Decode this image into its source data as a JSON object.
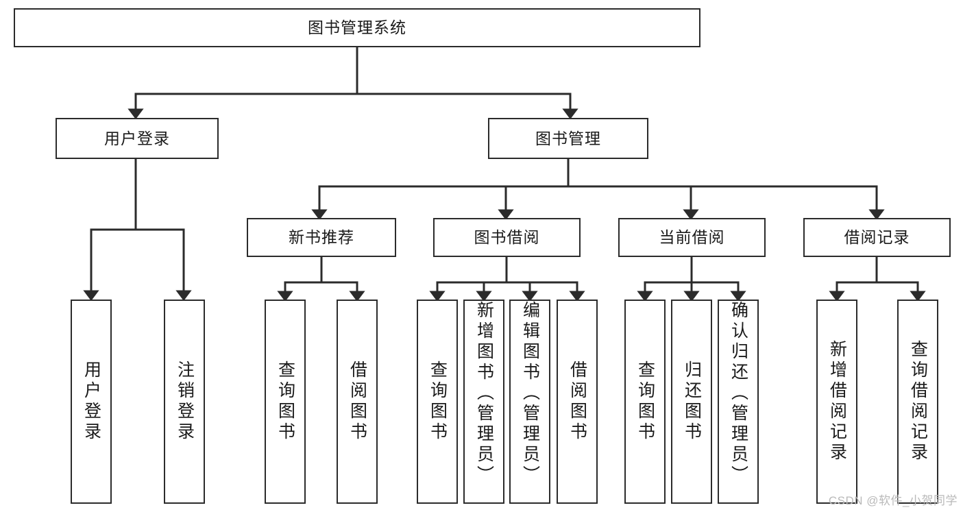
{
  "diagram": {
    "title": "图书管理系统",
    "type": "tree-hierarchy",
    "root": {
      "label": "图书管理系统"
    },
    "level1": [
      {
        "label": "用户登录"
      },
      {
        "label": "图书管理"
      }
    ],
    "level2": [
      {
        "label": "新书推荐"
      },
      {
        "label": "图书借阅"
      },
      {
        "label": "当前借阅"
      },
      {
        "label": "借阅记录"
      }
    ],
    "leaves": {
      "user_login": [
        {
          "label": "用户登录"
        },
        {
          "label": "注销登录"
        }
      ],
      "new_book_recommend": [
        {
          "label": "查询图书"
        },
        {
          "label": "借阅图书"
        }
      ],
      "book_borrow": [
        {
          "label": "查询图书"
        },
        {
          "label": "新增图书（管理员）"
        },
        {
          "label": "编辑图书（管理员）"
        },
        {
          "label": "借阅图书"
        }
      ],
      "current_borrow": [
        {
          "label": "查询图书"
        },
        {
          "label": "归还图书"
        },
        {
          "label": "确认归还（管理员）"
        }
      ],
      "borrow_record": [
        {
          "label": "新增借阅记录"
        },
        {
          "label": "查询借阅记录"
        }
      ]
    }
  },
  "watermark": {
    "text": "CSDN @软件_小贺同学"
  },
  "colors": {
    "stroke": "#2b2b2b",
    "background": "#ffffff",
    "text": "#1a1a1a",
    "watermark": "#b9b9b9"
  }
}
